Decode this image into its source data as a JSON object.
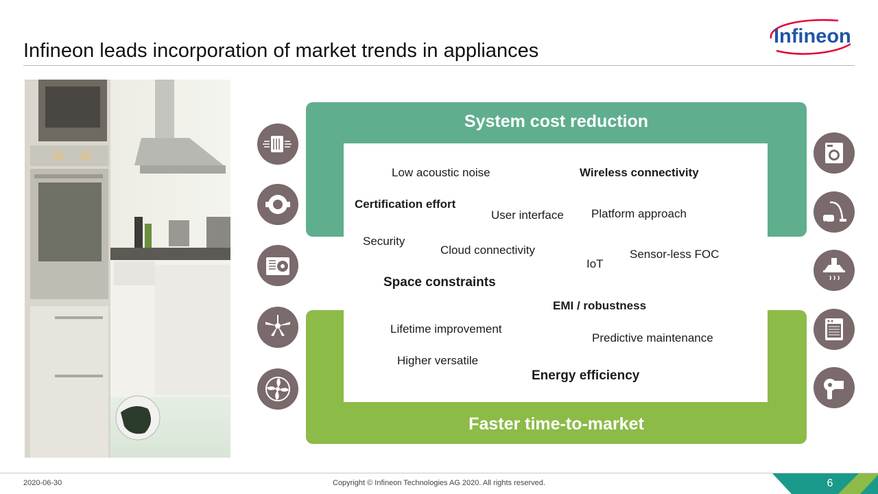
{
  "title": "Infineon leads incorporation of market trends in appliances",
  "logo_text": "Infineon",
  "bands": {
    "top": "System cost reduction",
    "bottom": "Faster time-to-market"
  },
  "trends": {
    "low_acoustic_noise": "Low acoustic noise",
    "wireless_connectivity": "Wireless connectivity",
    "certification_effort": "Certification effort",
    "user_interface": "User interface",
    "platform_approach": "Platform approach",
    "security": "Security",
    "cloud_connectivity": "Cloud connectivity",
    "iot": "IoT",
    "sensorless_foc": "Sensor-less FOC",
    "space_constraints": "Space constraints",
    "emi_robustness": "EMI / robustness",
    "lifetime_improvement": "Lifetime improvement",
    "predictive_maintenance": "Predictive maintenance",
    "higher_versatile": "Higher versatile",
    "energy_efficiency": "Energy efficiency"
  },
  "icons_left": [
    "air-purifier-icon",
    "motor-pump-icon",
    "air-conditioner-icon",
    "ceiling-fan-icon",
    "ventilation-fan-icon"
  ],
  "icons_right": [
    "washing-machine-icon",
    "vacuum-cleaner-icon",
    "range-hood-icon",
    "dishwasher-icon",
    "hair-dryer-icon"
  ],
  "colors": {
    "top_band": "#5fae8e",
    "bottom_band": "#8cbb48",
    "icon_circle": "#7a6a6c",
    "brand_blue": "#1f55a5",
    "brand_red": "#e30034"
  },
  "footer": {
    "date": "2020-06-30",
    "copyright": "Copyright © Infineon Technologies AG 2020. All rights reserved.",
    "page": "6"
  }
}
